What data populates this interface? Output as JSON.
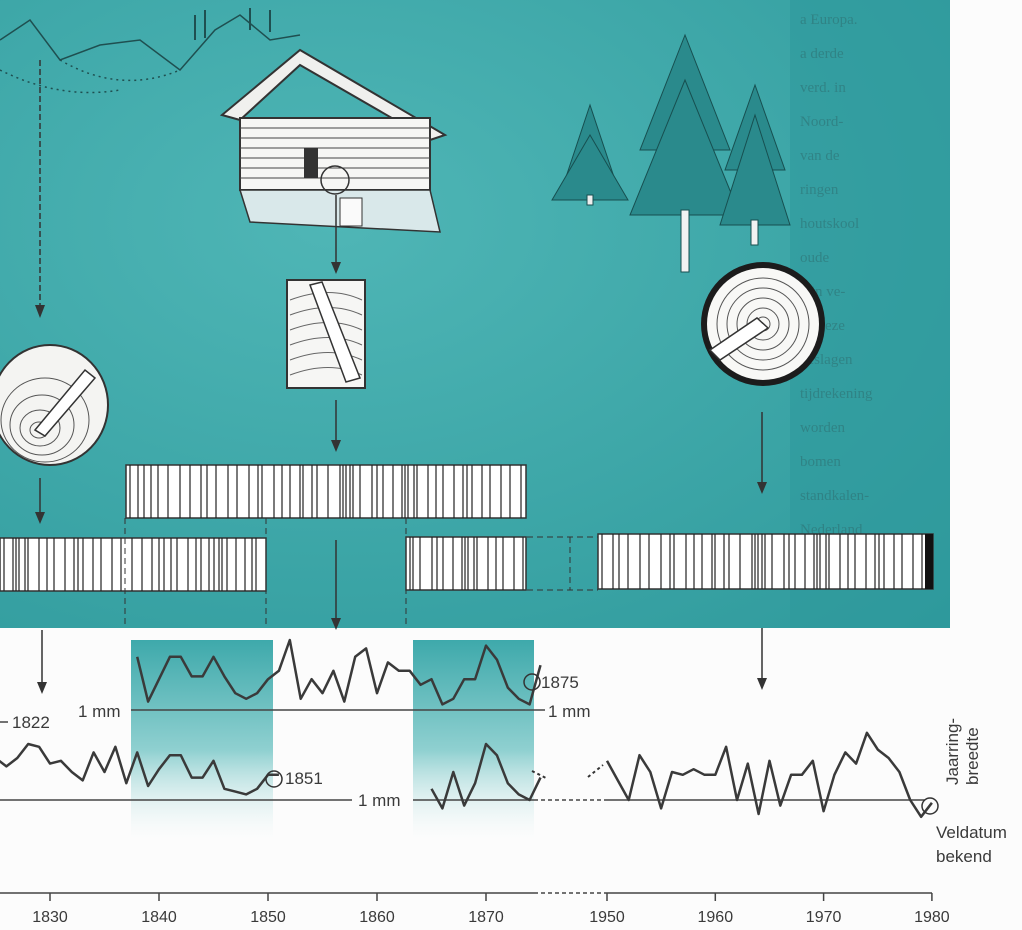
{
  "colors": {
    "teal": "#3ea9ab",
    "teal_dark": "#2b8587",
    "ink": "#333333",
    "paper": "#fcfcfc"
  },
  "labels": {
    "mm_label_upper_left": "1 mm",
    "mm_label_upper_right": "1 mm",
    "mm_label_lower": "1 mm",
    "year_1822": "1822",
    "year_1851": "1851",
    "year_1875": "1875",
    "ring_width": "Jaarring-\nbreedte",
    "field_date_line1": "Veldatum",
    "field_date_line2": "bekend"
  },
  "background_text": [
    "a Europa.",
    "a  derde",
    "verd.  in",
    "Noord-",
    "van  de",
    "ringen",
    "houtskool",
    "oude",
    "zijn  ve-",
    "a.  Deze",
    "geslagen",
    "tijdrekening",
    "worden",
    "bomen",
    "standkalen-",
    "Nederland"
  ],
  "chart_data": {
    "type": "line",
    "x_ticks_left": [
      1830,
      1840,
      1850,
      1860,
      1870
    ],
    "x_ticks_right": [
      1950,
      1960,
      1970,
      1980
    ],
    "series": [
      {
        "x": [
          1820,
          1821,
          1822,
          1823,
          1824,
          1825,
          1826,
          1827,
          1828,
          1829,
          1830,
          1831,
          1832,
          1833,
          1834,
          1835,
          1836,
          1837,
          1838,
          1839,
          1840,
          1841,
          1842,
          1843,
          1844,
          1845,
          1846,
          1847,
          1848,
          1849,
          1850,
          1851
        ],
        "y": [
          0.8,
          1.1,
          0.6,
          1.4,
          0.9,
          1.5,
          1.2,
          1.5,
          2.0,
          1.9,
          1.3,
          1.4,
          1.0,
          0.7,
          1.7,
          1.0,
          1.9,
          0.6,
          1.7,
          0.5,
          1.1,
          1.6,
          1.6,
          0.8,
          0.8,
          1.4,
          0.4,
          0.3,
          0.2,
          0.4,
          0.9,
          0.9
        ]
      },
      {
        "x": [
          1838,
          1839,
          1840,
          1841,
          1842,
          1843,
          1844,
          1845,
          1846,
          1847,
          1848,
          1849,
          1850,
          1851,
          1852,
          1853,
          1854,
          1855,
          1856,
          1857,
          1858,
          1859,
          1860,
          1861,
          1862,
          1863,
          1864,
          1865,
          1866,
          1867,
          1868,
          1869,
          1870,
          1871,
          1872,
          1873,
          1874,
          1875
        ],
        "y": [
          1.9,
          0.3,
          1.1,
          1.9,
          1.9,
          1.2,
          1.2,
          1.9,
          1.2,
          0.6,
          0.4,
          0.6,
          1.1,
          1.4,
          2.5,
          0.4,
          1.1,
          0.6,
          1.4,
          0.3,
          1.9,
          2.2,
          0.6,
          1.7,
          1.4,
          1.4,
          0.9,
          1.1,
          0.2,
          0.4,
          1.1,
          1.1,
          2.3,
          1.8,
          0.8,
          0.4,
          0.2,
          1.6
        ]
      },
      {
        "x": [
          1865,
          1866,
          1867,
          1868,
          1869,
          1870,
          1871,
          1872,
          1873,
          1874,
          1875
        ],
        "y": [
          0.4,
          -0.3,
          1.0,
          -0.2,
          0.6,
          2.0,
          1.6,
          0.6,
          0.2,
          0.0,
          0.8
        ]
      },
      {
        "x": [
          1950,
          1951,
          1952,
          1953,
          1954,
          1955,
          1956,
          1957,
          1958,
          1959,
          1960,
          1961,
          1962,
          1963,
          1964,
          1965,
          1966,
          1967,
          1968,
          1969,
          1970,
          1971,
          1972,
          1973,
          1974,
          1975,
          1976,
          1977,
          1978,
          1979,
          1980
        ],
        "y": [
          1.4,
          0.7,
          0.0,
          1.6,
          1.0,
          -0.3,
          1.0,
          0.9,
          1.1,
          0.9,
          0.9,
          1.9,
          0.0,
          1.3,
          -0.5,
          1.4,
          -0.2,
          0.9,
          0.9,
          1.4,
          -0.4,
          0.9,
          1.7,
          1.3,
          2.4,
          1.8,
          1.5,
          1.0,
          0.0,
          -0.6,
          -0.1
        ]
      }
    ]
  }
}
